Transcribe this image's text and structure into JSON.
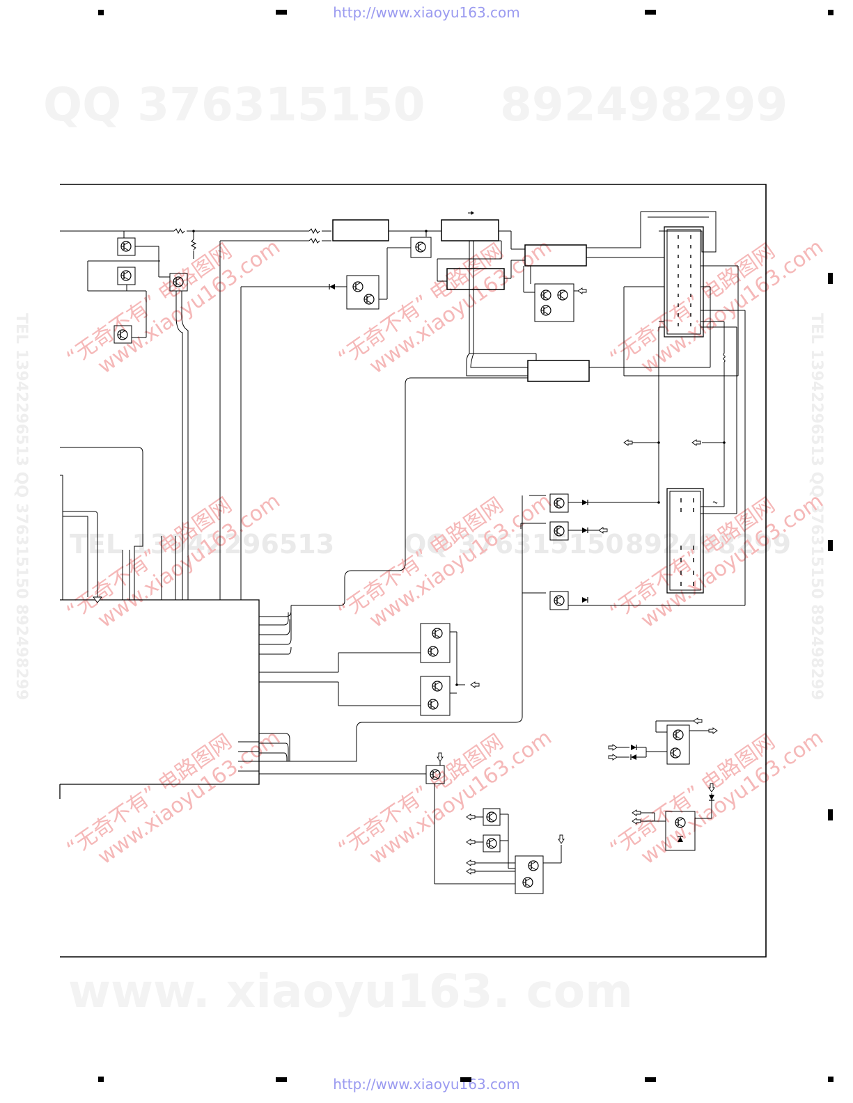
{
  "header": {
    "url": "http://www.xiaoyu163.com"
  },
  "footer": {
    "url": "http://www.xiaoyu163.com"
  },
  "watermarks": {
    "qq": "QQ 376315150",
    "qq2": "892498299",
    "mid": "TEL 13942296513",
    "mid_qq": "QQ 376315150",
    "mid_qq2": "892498299",
    "bottom": "www. xiaoyu163. com",
    "vertical_left": "TEL 13942296513 QQ 376315150 892498299",
    "vertical_right": "TEL 13942296513 QQ 376315150 892498299",
    "diag_line1": "“无奇不有” 电路图网",
    "diag_line2": "www.xiaoyu163.com"
  },
  "colors": {
    "line": "#000000",
    "url": "#9a9af0",
    "watermark_red": "#f5b8b8",
    "watermark_grey": "#f3f3f3"
  }
}
